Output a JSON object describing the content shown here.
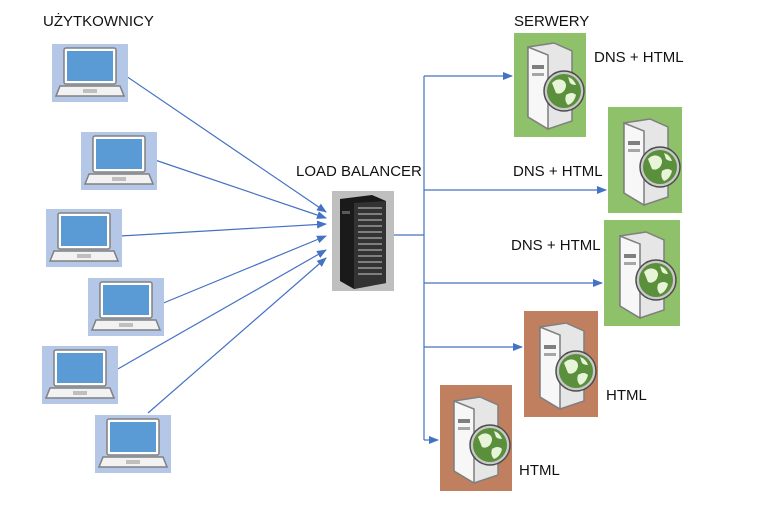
{
  "diagram": {
    "users_label": "UŻYTKOWNICY",
    "servers_label": "SERWERY",
    "load_balancer_label": "LOAD BALANCER",
    "users": [
      {
        "kind": "laptop"
      },
      {
        "kind": "laptop"
      },
      {
        "kind": "laptop"
      },
      {
        "kind": "laptop"
      },
      {
        "kind": "laptop"
      },
      {
        "kind": "laptop"
      }
    ],
    "servers": [
      {
        "label": "DNS + HTML",
        "type": "dns"
      },
      {
        "label": "DNS + HTML",
        "type": "dns"
      },
      {
        "label": "DNS + HTML",
        "type": "dns"
      },
      {
        "label": "HTML",
        "type": "html"
      },
      {
        "label": "HTML",
        "type": "html"
      }
    ],
    "colors": {
      "arrow": "#4472C4",
      "user_box": "#B4C7E7",
      "laptop_screen": "#5B9BD5",
      "dns_server_box": "#8FC06A",
      "html_server_box": "#C08060",
      "load_balancer_bg": "#BFBFBF"
    }
  }
}
